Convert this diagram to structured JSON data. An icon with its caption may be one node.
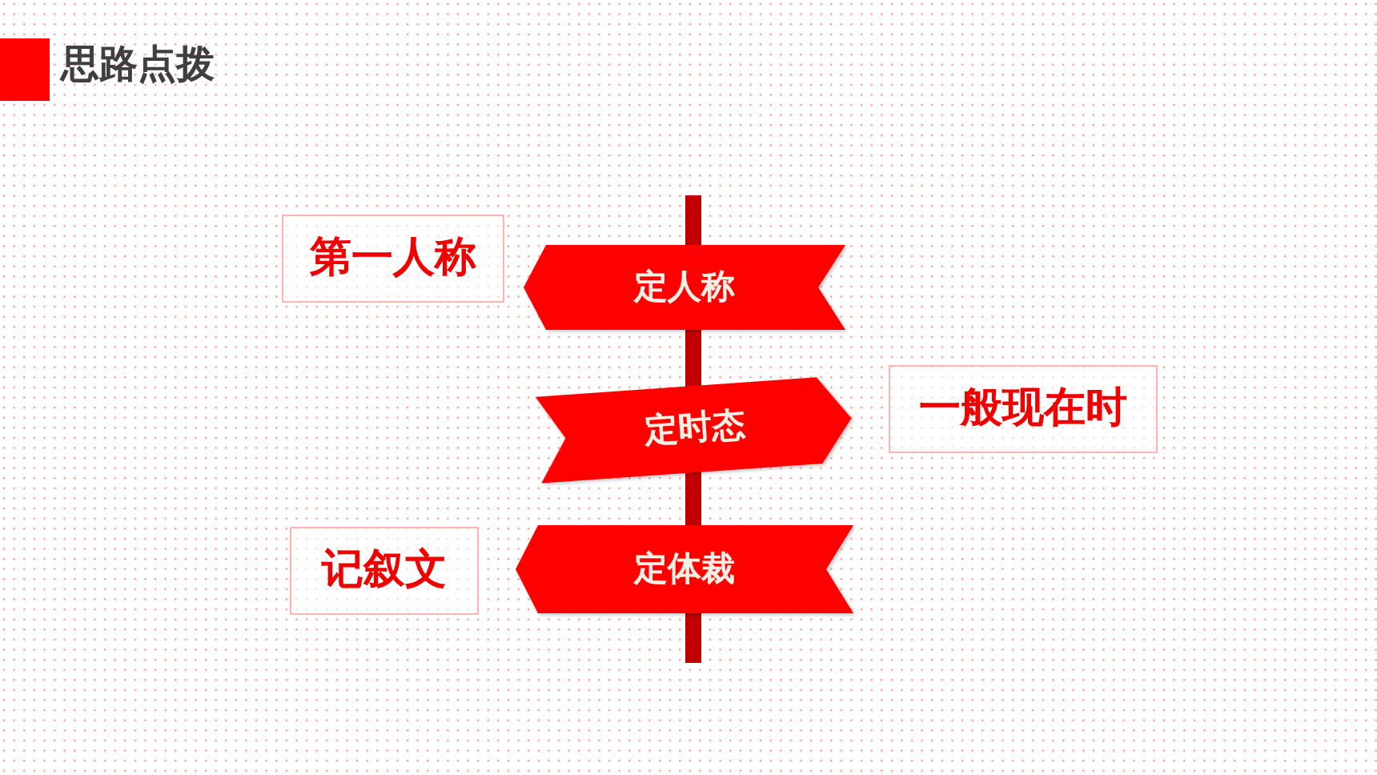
{
  "diagram": {
    "title": "思路点拨",
    "nodes": [
      {
        "text": [
          "第一人称"
        ]
      },
      {
        "text": [
          "定人称"
        ]
      },
      {
        "text": [
          "定时态"
        ]
      },
      {
        "text": [
          "一般现在时"
        ]
      },
      {
        "text": [
          "记叙文"
        ]
      },
      {
        "text": [
          "定体裁"
        ]
      }
    ]
  }
}
